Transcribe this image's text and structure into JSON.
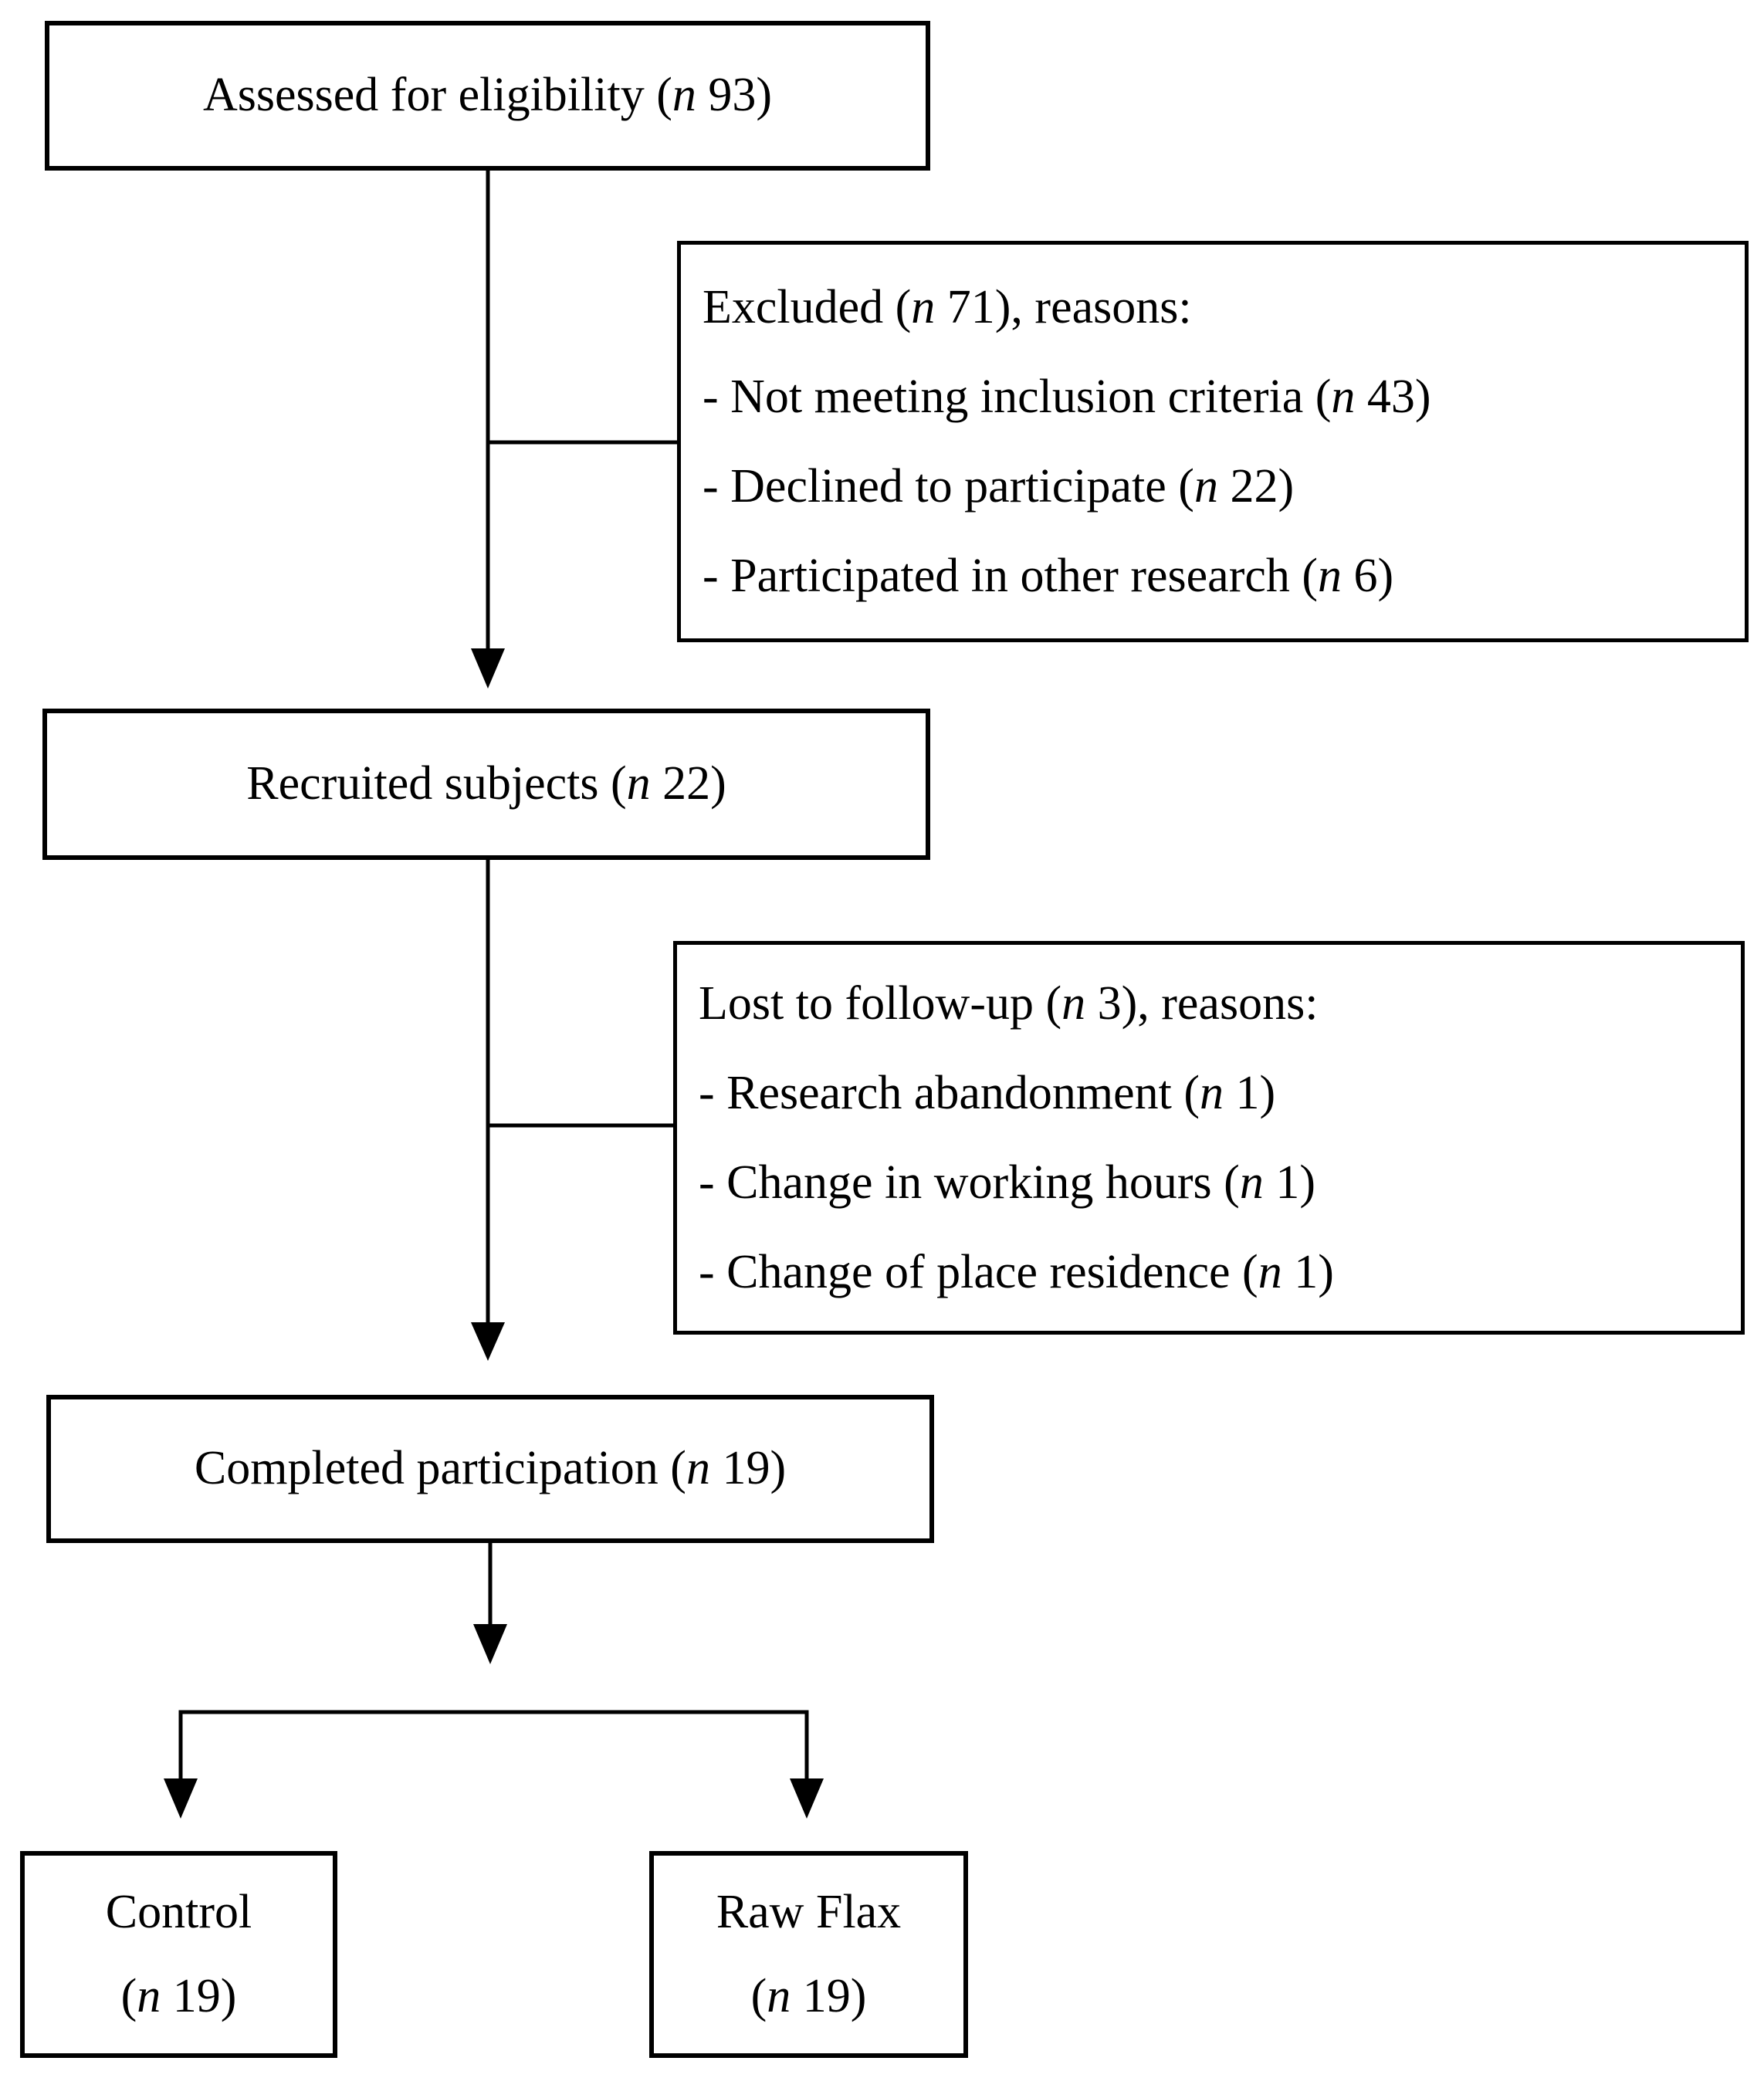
{
  "diagram": {
    "kind": "participant-flow-diagram",
    "colors": {
      "background": "#ffffff",
      "line": "#000000",
      "text": "#000000"
    },
    "boxes": {
      "assessed": {
        "pre": "Assessed for eligibility (",
        "n": "n",
        "post": " 93)"
      },
      "excluded": {
        "title": {
          "pre": "Excluded (",
          "n": "n",
          "post": " 71), reasons:"
        },
        "reasons": [
          {
            "pre": "- Not meeting inclusion criteria (",
            "n": "n",
            "post": " 43)"
          },
          {
            "pre": "- Declined to participate (",
            "n": "n",
            "post": " 22)"
          },
          {
            "pre": "- Participated in other research (",
            "n": "n",
            "post": " 6)"
          }
        ]
      },
      "recruited": {
        "pre": "Recruited subjects (",
        "n": "n",
        "post": " 22)"
      },
      "lost": {
        "title": {
          "pre": "Lost to follow-up (",
          "n": "n",
          "post": " 3), reasons:"
        },
        "reasons": [
          {
            "pre": "- Research abandonment (",
            "n": "n",
            "post": " 1)"
          },
          {
            "pre": "- Change in working hours (",
            "n": "n",
            "post": " 1)"
          },
          {
            "pre": "- Change of place residence (",
            "n": "n",
            "post": " 1)"
          }
        ]
      },
      "completed": {
        "pre": "Completed participation (",
        "n": "n",
        "post": " 19)"
      },
      "control": {
        "line1": "Control",
        "line2": {
          "pre": "(",
          "n": "n",
          "post": " 19)"
        }
      },
      "raw_flax": {
        "line1": "Raw Flax",
        "line2": {
          "pre": "(",
          "n": "n",
          "post": " 19)"
        }
      }
    }
  }
}
